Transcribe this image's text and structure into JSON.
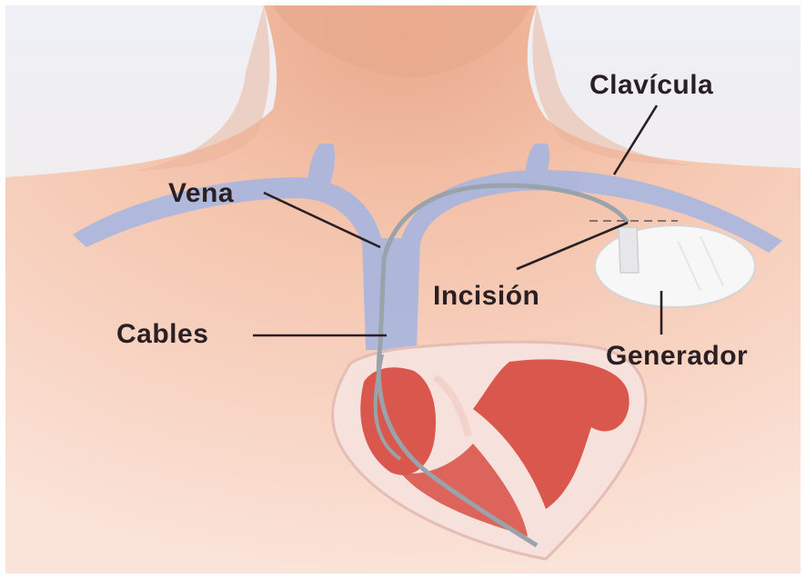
{
  "labels": {
    "clavicula": "Clavícula",
    "vena": "Vena",
    "incision": "Incisión",
    "cables": "Cables",
    "generador": "Generador"
  },
  "colors": {
    "skin_light": "#f8d8c8",
    "skin_mid": "#f3bfa6",
    "skin_shadow": "#e6a184",
    "vein": "#a9b6de",
    "heart_outline": "#e9c7c0",
    "heart_muscle": "#d9574d",
    "lead_wire": "#9aa2aa",
    "generator": "#f7f7f7",
    "text": "#2a1f22"
  }
}
